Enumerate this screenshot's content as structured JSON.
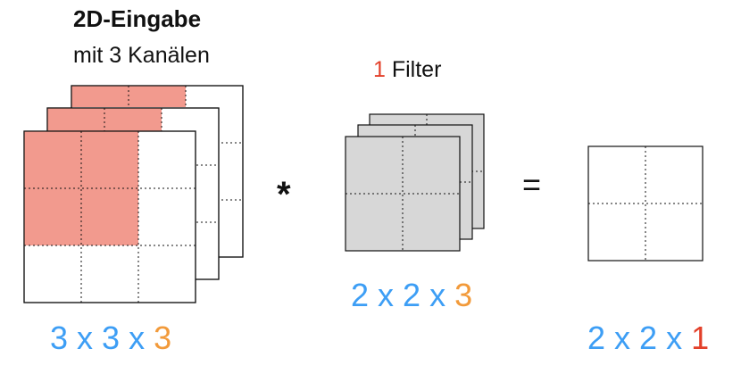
{
  "input": {
    "title": "2D-Eingabe",
    "subtitle": "mit 3 Kanälen",
    "dims": {
      "a": "3",
      "x1": " x ",
      "b": "3",
      "x2": " x ",
      "c": "3"
    }
  },
  "filter": {
    "label_count": "1",
    "label_text": " Filter",
    "dims": {
      "a": "2",
      "x1": " x ",
      "b": "2",
      "x2": " x ",
      "c": "3"
    }
  },
  "operators": {
    "multiply": "*",
    "equals": "="
  },
  "output": {
    "dims": {
      "a": "2",
      "x1": " x ",
      "b": "2",
      "x2": " x ",
      "c": "1"
    }
  },
  "colors": {
    "input_highlight": "#f29a8e",
    "filter_fill": "#d7d7d7",
    "accent_red": "#e3402a",
    "accent_blue": "#3d9ef5",
    "accent_orange": "#f29a3a"
  }
}
